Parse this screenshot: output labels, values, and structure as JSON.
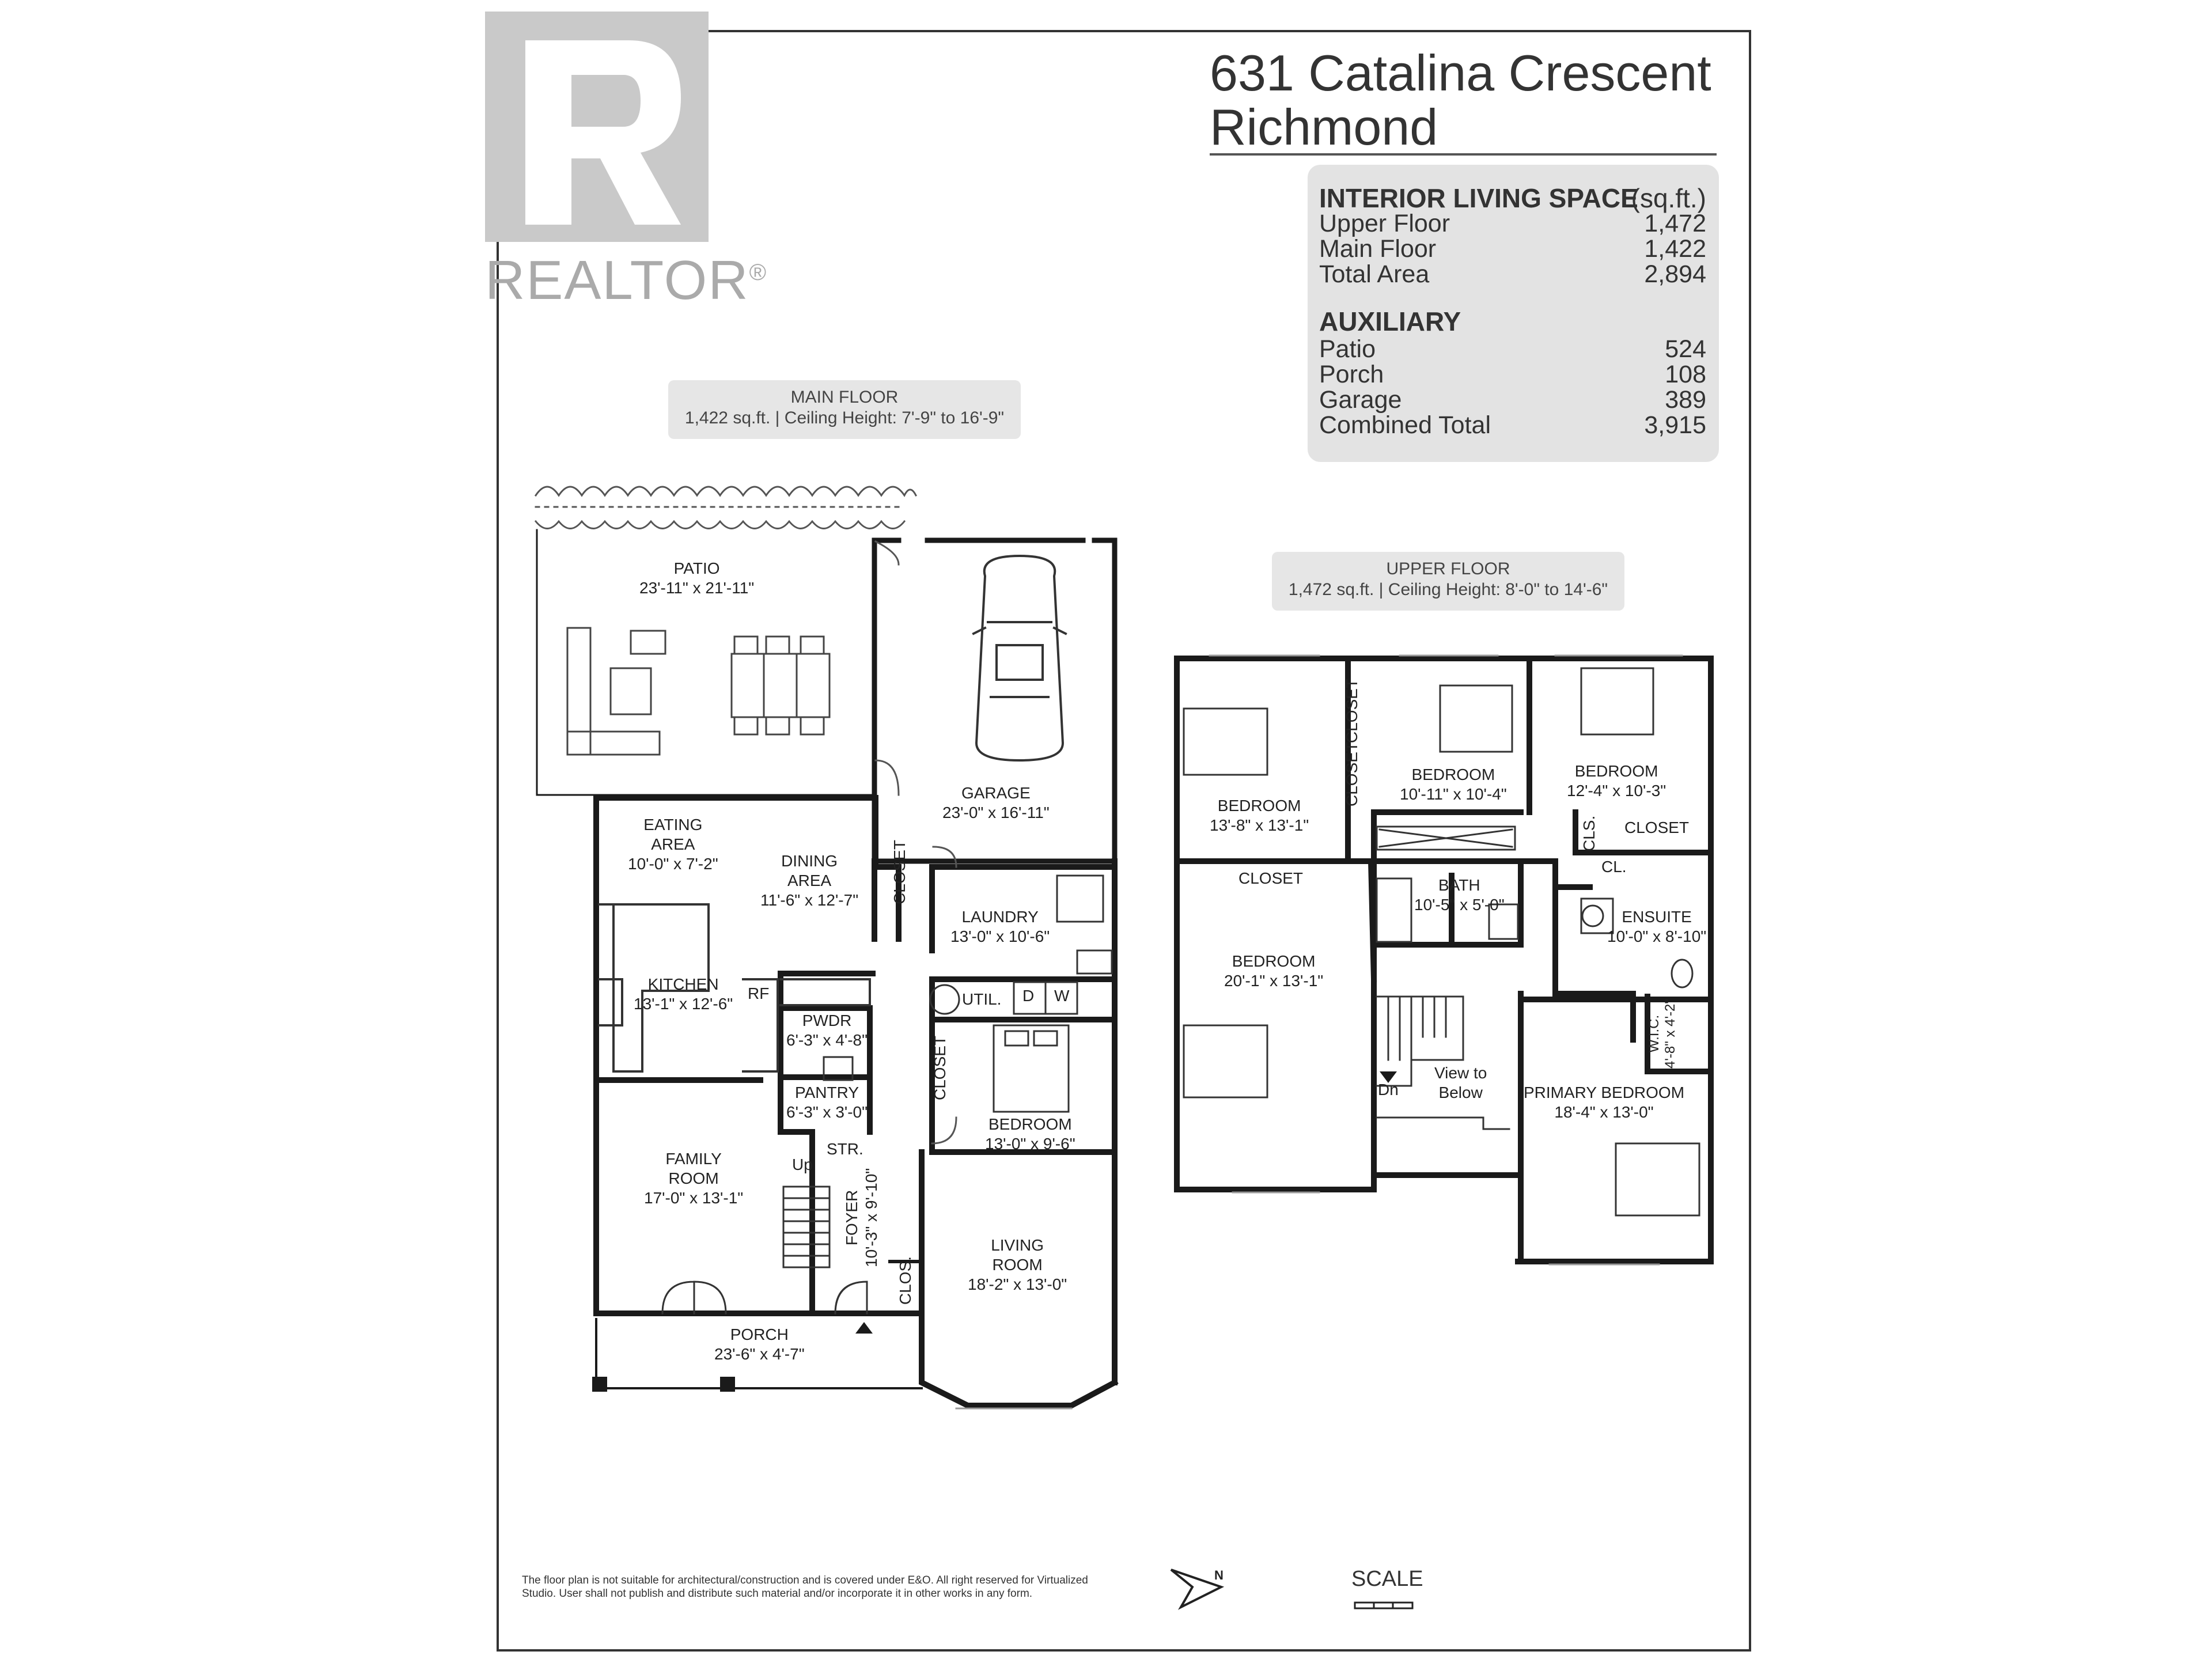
{
  "logo": {
    "wordmark": "REALTOR",
    "registered": "®"
  },
  "header": {
    "address_line1": "631 Catalina Crescent",
    "address_line2": "Richmond"
  },
  "summary": {
    "interior_heading": "INTERIOR LIVING SPACE",
    "unit": "(sq.ft.)",
    "interior_rows": [
      {
        "label": "Upper Floor",
        "value": "1,472"
      },
      {
        "label": "Main Floor",
        "value": "1,422"
      },
      {
        "label": "Total Area",
        "value": "2,894"
      }
    ],
    "auxiliary_heading": "AUXILIARY",
    "auxiliary_rows": [
      {
        "label": "Patio",
        "value": "524"
      },
      {
        "label": "Porch",
        "value": "108"
      },
      {
        "label": "Garage",
        "value": "389"
      },
      {
        "label": "Combined Total",
        "value": "3,915"
      }
    ]
  },
  "main_floor": {
    "title": "MAIN FLOOR",
    "subtitle": "1,422 sq.ft. | Ceiling Height: 7'-9\" to 16'-9\"",
    "rooms": {
      "patio": {
        "name": "PATIO",
        "dims": "23'-11\" x 21'-11\""
      },
      "garage": {
        "name": "GARAGE",
        "dims": "23'-0\" x 16'-11\""
      },
      "eating": {
        "name": "EATING\nAREA",
        "dims": "10'-0\" x 7'-2\""
      },
      "dining": {
        "name": "DINING\nAREA",
        "dims": "11'-6\" x 12'-7\""
      },
      "closet": {
        "name": "CLOSET"
      },
      "laundry": {
        "name": "LAUNDRY",
        "dims": "13'-0\" x 10'-6\""
      },
      "kitchen": {
        "name": "KITCHEN",
        "dims": "13'-1\" x 12'-6\""
      },
      "rf": {
        "name": "RF"
      },
      "pwdr": {
        "name": "PWDR",
        "dims": "6'-3\" x 4'-8\""
      },
      "util": {
        "name": "UTIL."
      },
      "d": {
        "name": "D"
      },
      "w": {
        "name": "W"
      },
      "pantry": {
        "name": "PANTRY",
        "dims": "6'-3\" x 3'-0\""
      },
      "closet2": {
        "name": "CLOSET"
      },
      "bedroom": {
        "name": "BEDROOM",
        "dims": "13'-0\" x 9'-6\""
      },
      "str": {
        "name": "STR."
      },
      "up": {
        "name": "Up"
      },
      "family": {
        "name": "FAMILY\nROOM",
        "dims": "17'-0\" x 13'-1\""
      },
      "foyer": {
        "name": "FOYER",
        "dims": "10'-3\" x 9'-10\""
      },
      "clos": {
        "name": "CLOS."
      },
      "living": {
        "name": "LIVING\nROOM",
        "dims": "18'-2\" x 13'-0\""
      },
      "porch": {
        "name": "PORCH",
        "dims": "23'-6\" x 4'-7\""
      }
    }
  },
  "upper_floor": {
    "title": "UPPER FLOOR",
    "subtitle": "1,472 sq.ft. | Ceiling Height: 8'-0\" to 14'-6\"",
    "rooms": {
      "bed1": {
        "name": "BEDROOM",
        "dims": "13'-8\" x 13'-1\""
      },
      "closet_a": {
        "name": "CLOSET"
      },
      "closet_b": {
        "name": "CLOSET"
      },
      "bed2": {
        "name": "BEDROOM",
        "dims": "10'-11\" x 10'-4\""
      },
      "bed3": {
        "name": "BEDROOM",
        "dims": "12'-4\" x 10'-3\""
      },
      "cls": {
        "name": "CLS."
      },
      "closet_c": {
        "name": "CLOSET"
      },
      "closet_d": {
        "name": "CLOSET"
      },
      "bath": {
        "name": "BATH",
        "dims": "10'-5\" x 5'-0\""
      },
      "cl": {
        "name": "CL."
      },
      "ensuite": {
        "name": "ENSUITE",
        "dims": "10'-0\" x 8'-10\""
      },
      "bed4": {
        "name": "BEDROOM",
        "dims": "20'-1\" x 13'-1\""
      },
      "wic": {
        "name": "W.I.C.",
        "dims": "4'-8\" x 4'-2\""
      },
      "dn": {
        "name": "Dn"
      },
      "view": {
        "name": "View to\nBelow"
      },
      "primary": {
        "name": "PRIMARY BEDROOM",
        "dims": "18'-4\" x 13'-0\""
      }
    }
  },
  "footer": {
    "disclaimer": "The floor plan is not suitable for architectural/construction and is covered under E&O. All right reserved for Virtualized Studio. User shall not publish and distribute such material and/or incorporate it in other works in any form.",
    "north_label": "N",
    "scale_label": "SCALE"
  }
}
